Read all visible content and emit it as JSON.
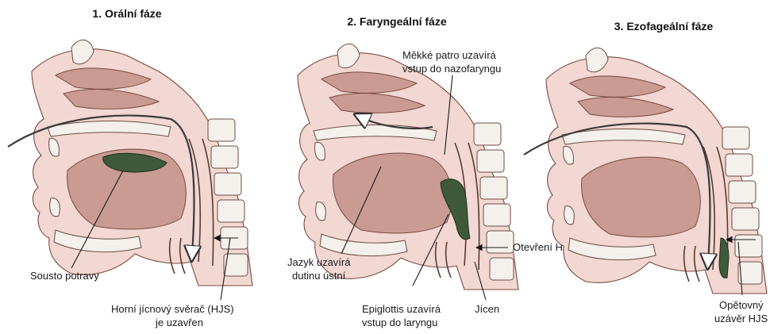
{
  "panels": [
    {
      "title": "1. Orální fáze",
      "labels": {
        "bolus": "Sousto potravy",
        "sphincter_line1": "Horní jícnový svěrač (HJS)",
        "sphincter_line2": "je uzavřen"
      }
    },
    {
      "title": "2. Faryngeální fáze",
      "labels": {
        "soft_palate_line1": "Měkké patro uzavírá",
        "soft_palate_line2": "vstup do nazofaryngu",
        "tongue_line1": "Jazyk uzavírá",
        "tongue_line2": "dutinu ústní",
        "opening": "Otevření HJS",
        "epiglottis_line1": "Epiglottis uzavírá",
        "epiglottis_line2": "vstup do laryngu",
        "esophagus": "Jícen"
      }
    },
    {
      "title": "3. Ezofageální fáze",
      "labels": {
        "reclosure_line1": "Opětovný",
        "reclosure_line2": "uzávěr HJS"
      }
    }
  ],
  "colors": {
    "tissue": "#f2d7d2",
    "tissue_dark": "#c99b92",
    "outline": "#5a3a30",
    "bolus": "#3f5a3a"
  }
}
